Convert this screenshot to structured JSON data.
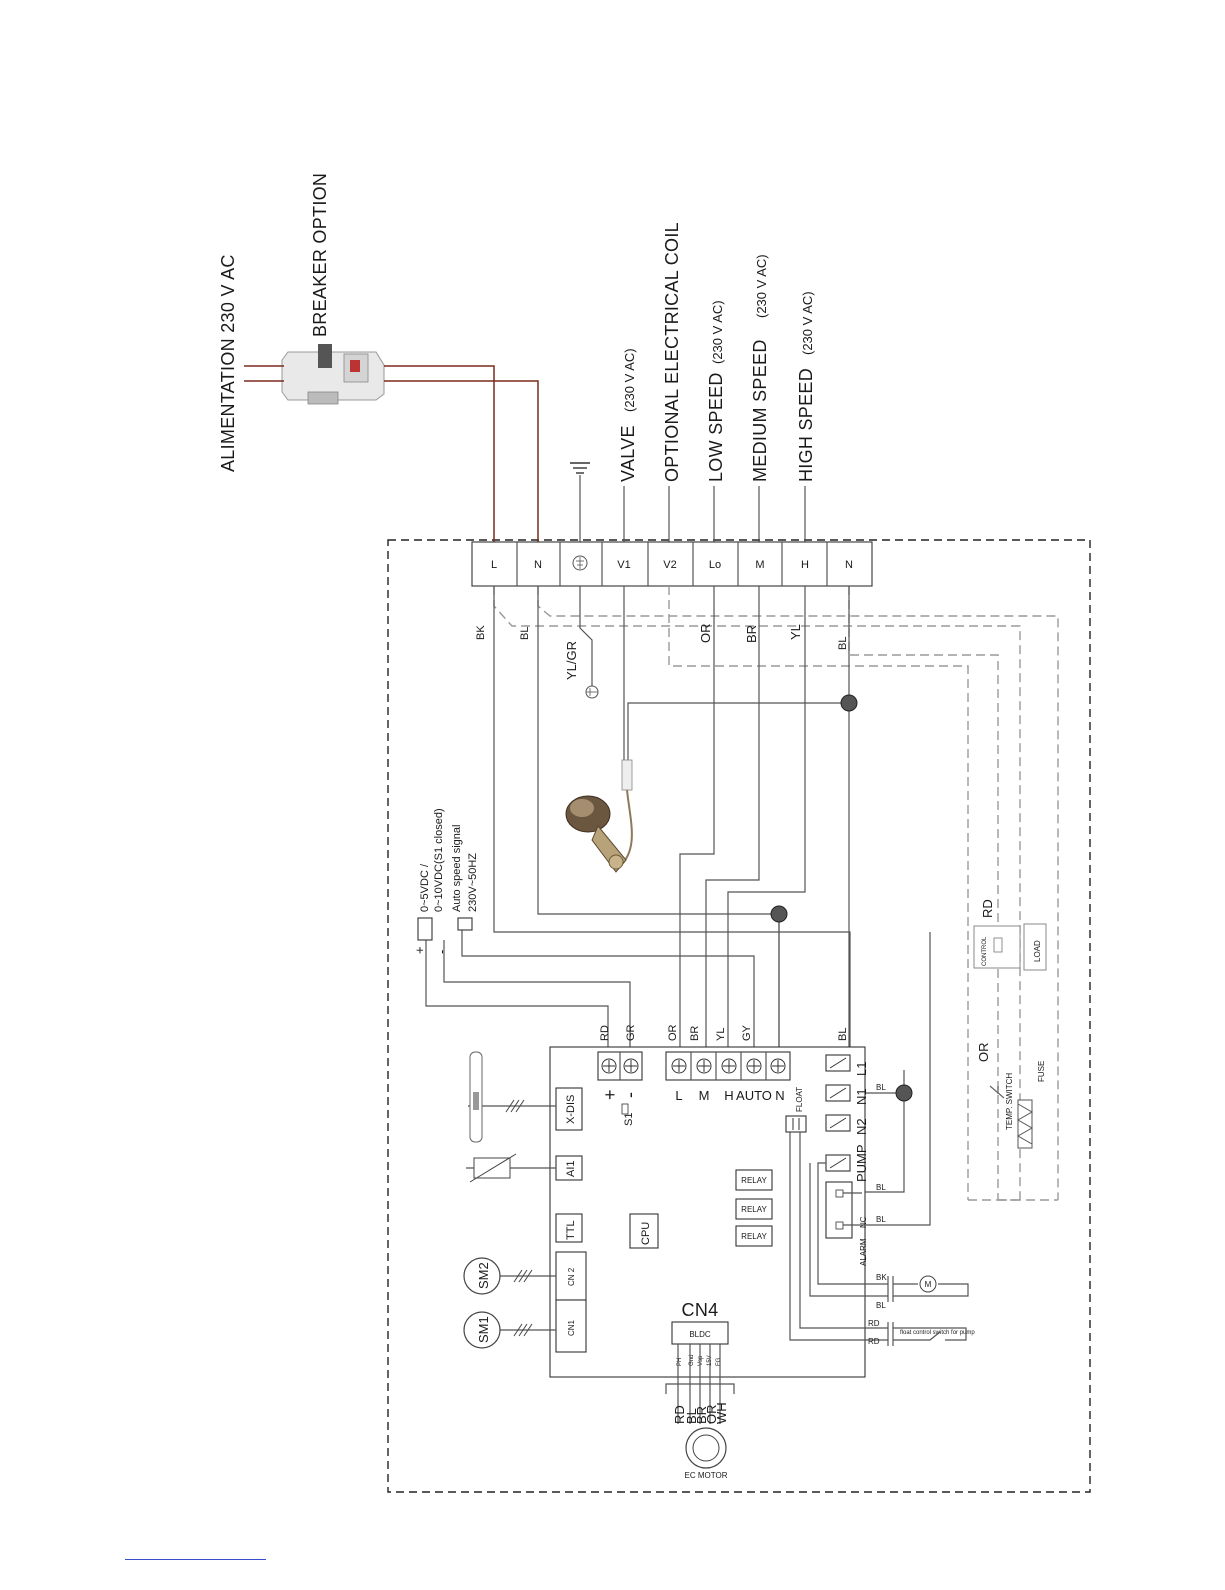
{
  "top_labels": {
    "alimentation": "ALIMENTATION 230 V AC",
    "breaker": "BREAKER OPTION",
    "valve": "VALVE",
    "valve_voltage": "(230 V AC)",
    "coil": "OPTIONAL ELECTRICAL COIL",
    "low_speed": "LOW SPEED",
    "low_voltage": "(230 V AC)",
    "medium_speed": "MEDIUM SPEED",
    "medium_voltage": "(230 V AC)",
    "high_speed": "HIGH SPEED",
    "high_voltage": "(230 V AC)"
  },
  "terminal_block": [
    "L",
    "N",
    "",
    "V1",
    "V2",
    "Lo",
    "M",
    "H",
    "N"
  ],
  "wire_colors": {
    "bk": "BK",
    "bl": "BL",
    "ylgr": "YL/GR",
    "or": "OR",
    "br": "BR",
    "yl": "YL",
    "bl2": "BL"
  },
  "signal": {
    "line1": "0~5VDC  /",
    "line2": "0~10VDC(S1 closed)",
    "line3": "Auto speed signal",
    "line4": "230V~50HZ",
    "plus": "+",
    "minus": "-"
  },
  "board_top_labels": {
    "rd": "RD",
    "gr": "GR",
    "or": "OR",
    "br": "BR",
    "yl": "YL",
    "gy": "GY",
    "bl": "BL"
  },
  "board_bottom_labels": {
    "plus": "+",
    "minus": "-",
    "s1": "S1",
    "l": "L",
    "m": "M",
    "h": "H",
    "auto": "AUTO",
    "n": "N",
    "l1": "L1",
    "n1": "N1",
    "n2": "N2",
    "pump": "PUMP",
    "float": "FLOAT",
    "alarm": "ALARM",
    "nc": "NC"
  },
  "board_components": {
    "xdis": "X-DIS",
    "ai1": "AI1",
    "ttl": "TTL",
    "cpu": "CPU",
    "cn2": "CN 2",
    "cn1": "CN1",
    "relay1": "RELAY",
    "relay2": "RELAY",
    "relay3": "RELAY",
    "cn4": "CN4",
    "bldc": "BLDC",
    "sm2": "SM2",
    "sm1": "SM1"
  },
  "bldc_pins": [
    "PH",
    "Gnd",
    "Vsp",
    "15V",
    "FG"
  ],
  "right_wires": {
    "bl_n1": "BL",
    "bl_pump": "BL",
    "bl_alarm": "BL",
    "bk": "BK",
    "bl": "BL",
    "rd1": "RD",
    "rd2": "RD",
    "float_switch": "float control switch for pump"
  },
  "motor": {
    "label": "EC MOTOR",
    "wires": [
      "RD",
      "BL",
      "BR",
      "OR",
      "WH"
    ]
  },
  "options": {
    "rd": "RD",
    "control": "CONTROL",
    "load": "LOAD",
    "or": "OR",
    "temp_switch": "TEMP. SWITCH",
    "fuse": "FUSE"
  }
}
